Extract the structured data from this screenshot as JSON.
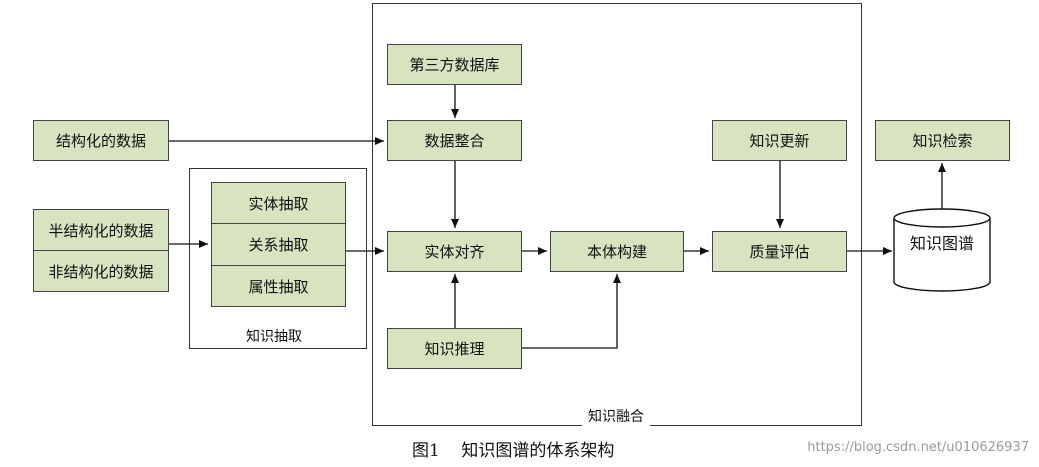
{
  "nodes": {
    "third_party_db": "第三方数据库",
    "structured_data": "结构化的数据",
    "semi_structured_data": "半结构化的数据",
    "unstructured_data": "非结构化的数据",
    "entity_extraction": "实体抽取",
    "relation_extraction": "关系抽取",
    "attribute_extraction": "属性抽取",
    "data_integration": "数据整合",
    "entity_alignment": "实体对齐",
    "ontology_construction": "本体构建",
    "quality_assessment": "质量评估",
    "knowledge_update": "知识更新",
    "knowledge_retrieval": "知识检索",
    "knowledge_reasoning": "知识推理",
    "knowledge_graph": "知识图谱"
  },
  "groups": {
    "knowledge_extraction": "知识抽取",
    "knowledge_fusion": "知识融合"
  },
  "caption": "图1    知识图谱的体系架构",
  "watermark": "https://blog.csdn.net/u010626937",
  "colors": {
    "node_fill": "#d8e4bf",
    "border": "#444444"
  }
}
